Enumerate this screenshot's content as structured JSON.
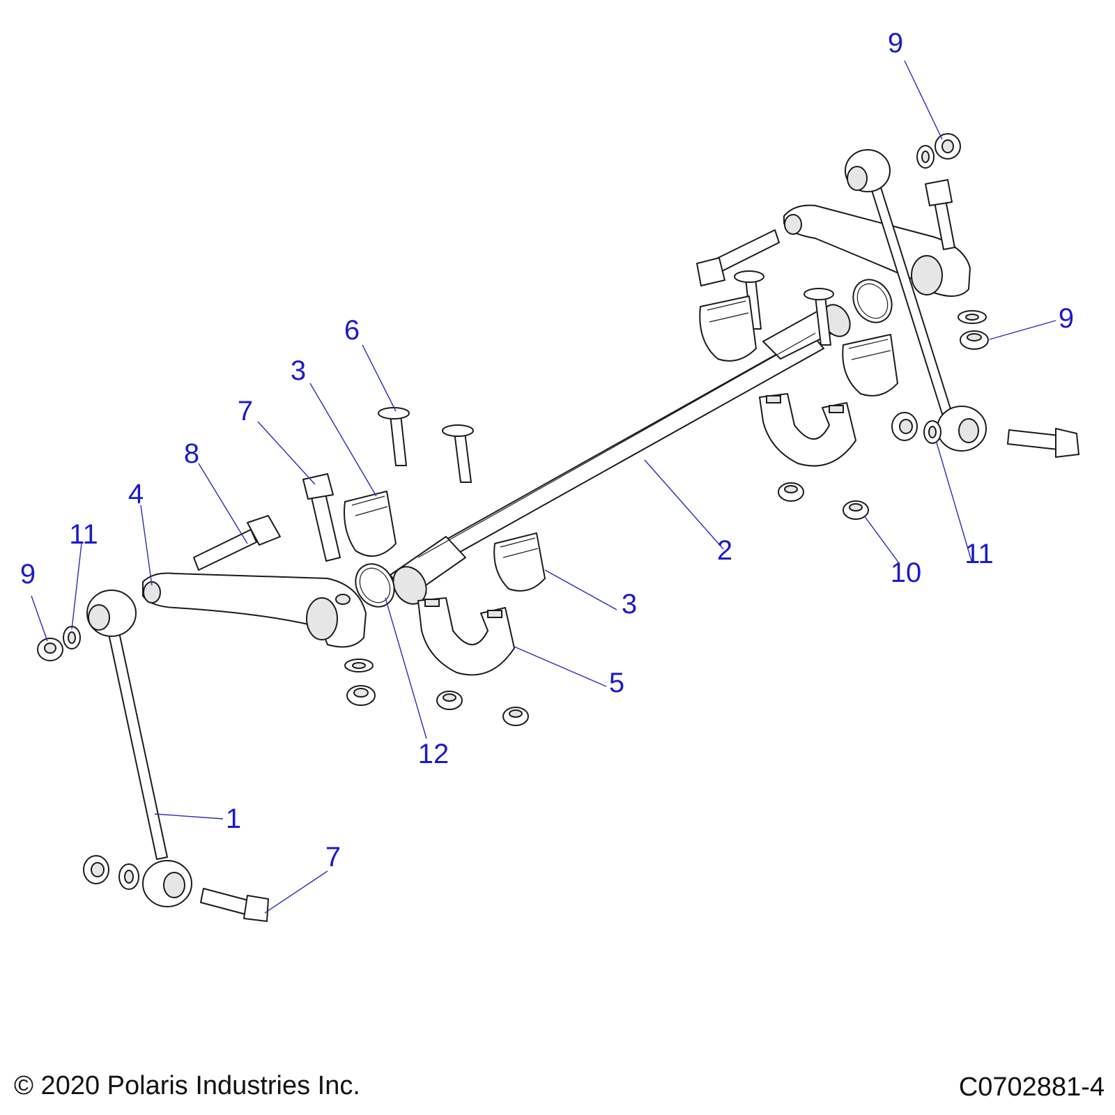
{
  "callouts": [
    "9",
    "9",
    "6",
    "3",
    "7",
    "8",
    "4",
    "11",
    "9",
    "2",
    "3",
    "5",
    "12",
    "1",
    "7",
    "10",
    "11"
  ],
  "footer": {
    "copyright": "© 2020 Polaris Industries Inc.",
    "figure_id": "C0702881-4"
  },
  "colors": {
    "callout": "#1a1acc",
    "leader": "#2a2ab8",
    "outline": "#1a1a1a"
  }
}
